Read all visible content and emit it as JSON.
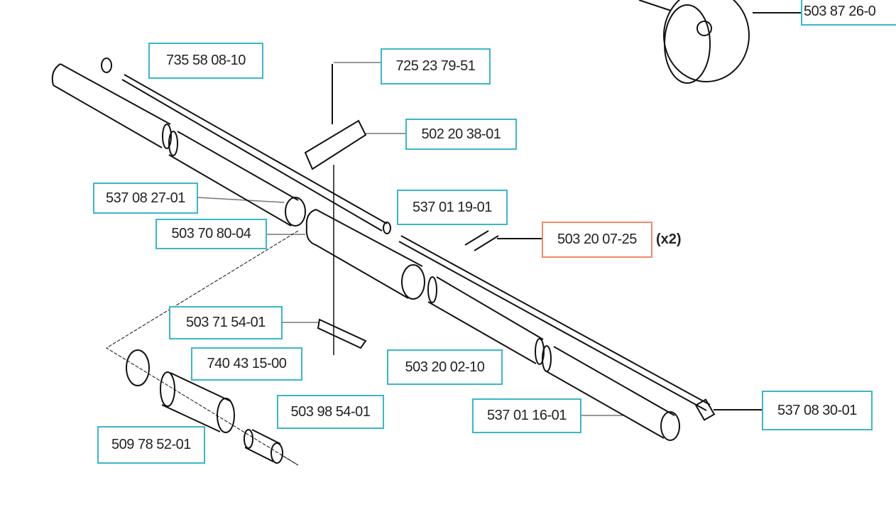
{
  "diagram": {
    "accent_color": "#3ab7c9",
    "selected_color": "#f0896b",
    "parts": [
      {
        "id": "p1",
        "number": "735 58 08-10"
      },
      {
        "id": "p2",
        "number": "725 23 79-51"
      },
      {
        "id": "p3",
        "number": "502 20 38-01"
      },
      {
        "id": "p4",
        "number": "537 08 27-01"
      },
      {
        "id": "p5",
        "number": "537 01 19-01"
      },
      {
        "id": "p6",
        "number": "503 70 80-04"
      },
      {
        "id": "p7",
        "number": "503 20 07-25",
        "selected": true,
        "quantity": "(x2)"
      },
      {
        "id": "p8",
        "number": "503 71 54-01"
      },
      {
        "id": "p9",
        "number": "740 43 15-00"
      },
      {
        "id": "p10",
        "number": "503 20 02-10"
      },
      {
        "id": "p11",
        "number": "503 98 54-01"
      },
      {
        "id": "p12",
        "number": "537 08 30-01"
      },
      {
        "id": "p13",
        "number": "537 01 16-01"
      },
      {
        "id": "p14",
        "number": "509 78 52-01"
      },
      {
        "id": "p15",
        "number": "503 87 26-0"
      }
    ]
  }
}
